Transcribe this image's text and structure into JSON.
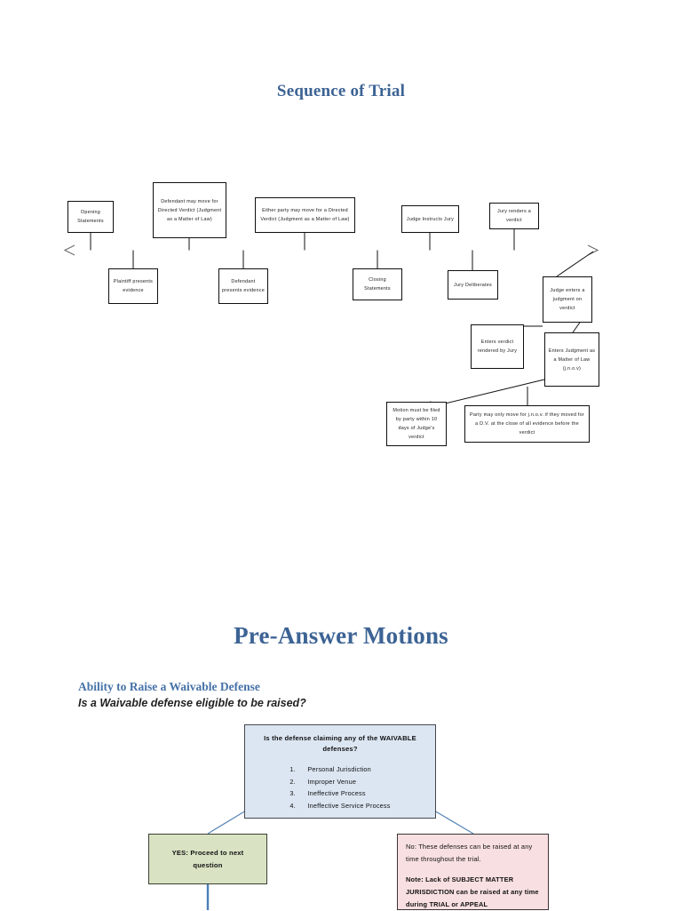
{
  "document": {
    "sections": [
      {
        "title": "Sequence of Trial"
      },
      {
        "title": "Pre-Answer Motions"
      }
    ]
  },
  "sequence_of_trial": {
    "title": "Sequence of Trial",
    "timeline_above": [
      {
        "id": "opening-statements",
        "label": "Opening Statements"
      },
      {
        "id": "defendant-directed-verdict",
        "label": "Defendant may move for Directed Verdict (Judgment as a Matter of Law)"
      },
      {
        "id": "either-party-directed-verdict",
        "label": "Either party may move for a Directed Verdict (Judgment as a Matter of Law)"
      },
      {
        "id": "judge-instructs-jury",
        "label": "Judge Instructs Jury"
      },
      {
        "id": "jury-renders-verdict",
        "label": "Jury renders a verdict"
      }
    ],
    "timeline_below": [
      {
        "id": "plaintiff-presents-evidence",
        "label": "Plaintiff presents evidence"
      },
      {
        "id": "defendant-presents-evidence",
        "label": "Defendant presents evidence"
      },
      {
        "id": "closing-statements",
        "label": "Closing Statements"
      },
      {
        "id": "jury-deliberates",
        "label": "Jury Deliberates"
      }
    ],
    "branch_boxes": [
      {
        "id": "judge-enters-judgment",
        "label": "Judge enters a judgment on verdict"
      },
      {
        "id": "enters-verdict-rendered-by-jury",
        "label": "Enters verdict rendered by Jury"
      },
      {
        "id": "enters-judgment-jnov",
        "label": "Enters Judgment as a Matter of Law (j.n.o.v)"
      },
      {
        "id": "motion-filing-deadline",
        "label": "Motion must be filed by party within 10 days of Judge's verdict"
      },
      {
        "id": "jnov-precondition",
        "label": "Party may only move for j.n.o.v. if they moved for a D.V. at the close of all evidence before the verdict"
      }
    ]
  },
  "pre_answer_motions": {
    "title": "Pre-Answer Motions",
    "subheading": "Ability to Raise a Waivable Defense",
    "sub_subheading": "Is a Waivable defense eligible to be raised?",
    "question_box": {
      "heading": "Is the defense claiming any of the WAIVABLE defenses?",
      "options": [
        {
          "num": "1.",
          "label": "Personal Jurisdiction"
        },
        {
          "num": "2.",
          "label": "Improper Venue"
        },
        {
          "num": "3.",
          "label": "Ineffective Process"
        },
        {
          "num": "4.",
          "label": "Ineffective Service Process"
        }
      ]
    },
    "yes_box": {
      "label": "YES: Proceed to next question"
    },
    "no_box": {
      "line1": "No: These defenses can be raised at any time throughout the trial.",
      "line2_prefix": "Note:",
      "line2": " Lack of SUBJECT MATTER JURISDICTION can be raised at any time during TRIAL or APPEAL"
    }
  },
  "colors": {
    "heading_blue": "#3c6394",
    "subhead_blue": "#4672a8",
    "question_fill": "#dce6f2",
    "yes_fill": "#d9e3c4",
    "no_fill": "#f8dfe1",
    "connector_blue": "#5b87b8",
    "line_black": "#0f0f0f"
  }
}
